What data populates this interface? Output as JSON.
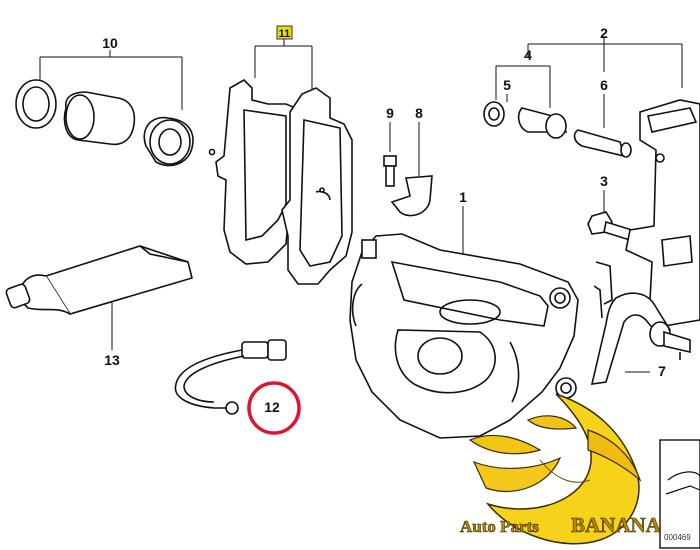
{
  "diagram": {
    "labels": {
      "l1": "1",
      "l2": "2",
      "l3": "3",
      "l4": "4",
      "l5": "5",
      "l6": "6",
      "l7": "7",
      "l8": "8",
      "l9": "9",
      "l10": "10",
      "l11": "11",
      "l12": "12",
      "l13": "13"
    },
    "highlighted_part": "12",
    "highlight_color": "#e0142c",
    "boxed_label_color": "#e8e000"
  },
  "watermark": {
    "brand_small": "Auto Parts",
    "brand_big": "BANANA"
  },
  "footer": {
    "code": "000469"
  }
}
